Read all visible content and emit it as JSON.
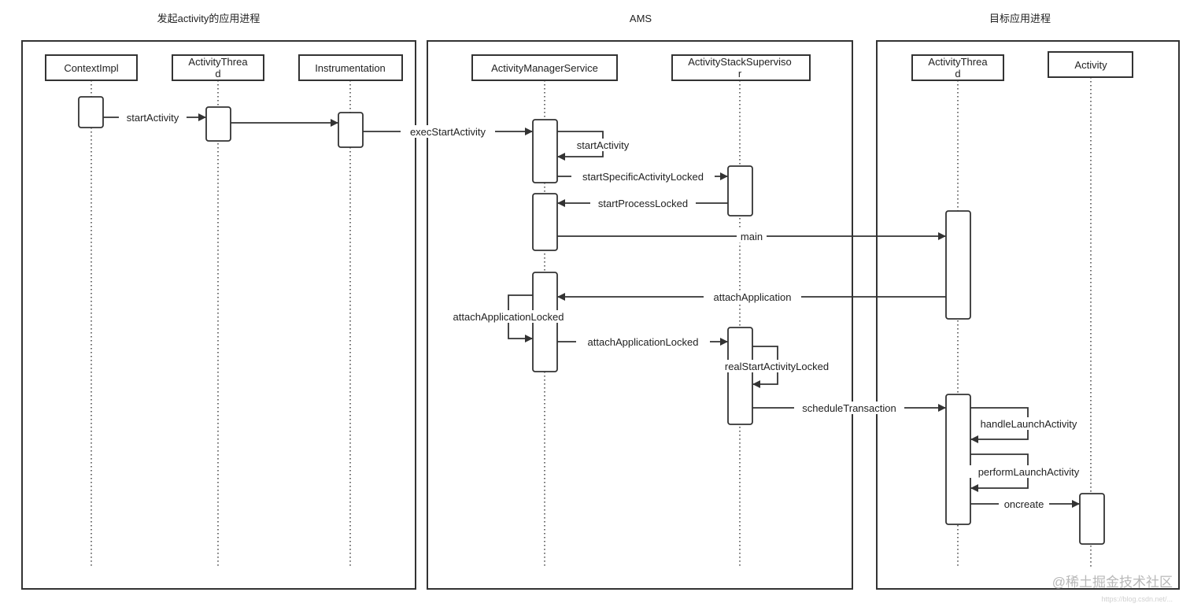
{
  "groups": [
    {
      "title": "发起activity的应用进程"
    },
    {
      "title": "AMS"
    },
    {
      "title": "目标应用进程"
    }
  ],
  "participants": [
    {
      "id": "contextimpl",
      "lines": [
        "ContextImpl"
      ]
    },
    {
      "id": "activitythread-src",
      "lines": [
        "ActivityThrea",
        "d"
      ]
    },
    {
      "id": "instrumentation",
      "lines": [
        "Instrumentation"
      ]
    },
    {
      "id": "ams",
      "lines": [
        "ActivityManagerService"
      ]
    },
    {
      "id": "supervisor",
      "lines": [
        "ActivityStackSuperviso",
        "r"
      ]
    },
    {
      "id": "activitythread-target",
      "lines": [
        "ActivityThrea",
        "d"
      ]
    },
    {
      "id": "activity",
      "lines": [
        "Activity"
      ]
    }
  ],
  "messages": [
    {
      "from": "contextimpl",
      "to": "activitythread-src",
      "label": "startActivity"
    },
    {
      "from": "activitythread-src",
      "to": "instrumentation",
      "label": ""
    },
    {
      "from": "instrumentation",
      "to": "ams",
      "label": "execStartActivity"
    },
    {
      "from": "ams",
      "to": "ams",
      "label": "startActivity"
    },
    {
      "from": "ams",
      "to": "supervisor",
      "label": "startSpecificActivityLocked"
    },
    {
      "from": "supervisor",
      "to": "ams",
      "label": "startProcessLocked"
    },
    {
      "from": "ams",
      "to": "activitythread-target",
      "label": "main"
    },
    {
      "from": "activitythread-target",
      "to": "ams",
      "label": "attachApplication"
    },
    {
      "from": "ams",
      "to": "ams",
      "label": "attachApplicationLocked"
    },
    {
      "from": "ams",
      "to": "supervisor",
      "label": "attachApplicationLocked"
    },
    {
      "from": "supervisor",
      "to": "supervisor",
      "label": "realStartActivityLocked"
    },
    {
      "from": "supervisor",
      "to": "activitythread-target",
      "label": "scheduleTransaction"
    },
    {
      "from": "activitythread-target",
      "to": "activitythread-target",
      "label": "handleLaunchActivity"
    },
    {
      "from": "activitythread-target",
      "to": "activitythread-target",
      "label": "performLaunchActivity"
    },
    {
      "from": "activitythread-target",
      "to": "activity",
      "label": "oncreate"
    }
  ],
  "watermark": {
    "main": "@稀土掘金技术社区",
    "sub": "https://blog.csdn.net/..."
  }
}
